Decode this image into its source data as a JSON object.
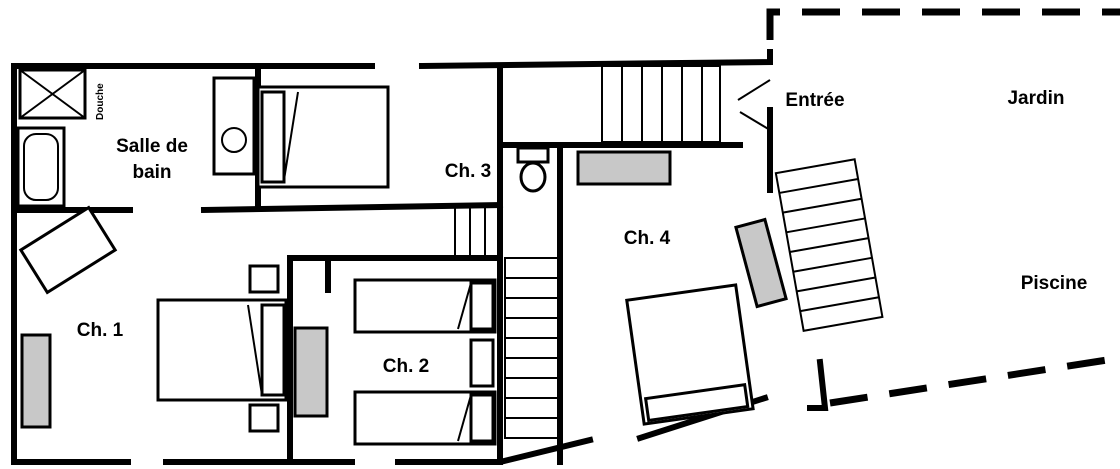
{
  "rooms": {
    "douche": "Douche",
    "salle_de_bain_line1": "Salle de",
    "salle_de_bain_line2": "bain",
    "ch1": "Ch. 1",
    "ch2": "Ch. 2",
    "ch3": "Ch. 3",
    "ch4": "Ch. 4",
    "entree": "Entrée",
    "jardin": "Jardin",
    "piscine": "Piscine"
  }
}
